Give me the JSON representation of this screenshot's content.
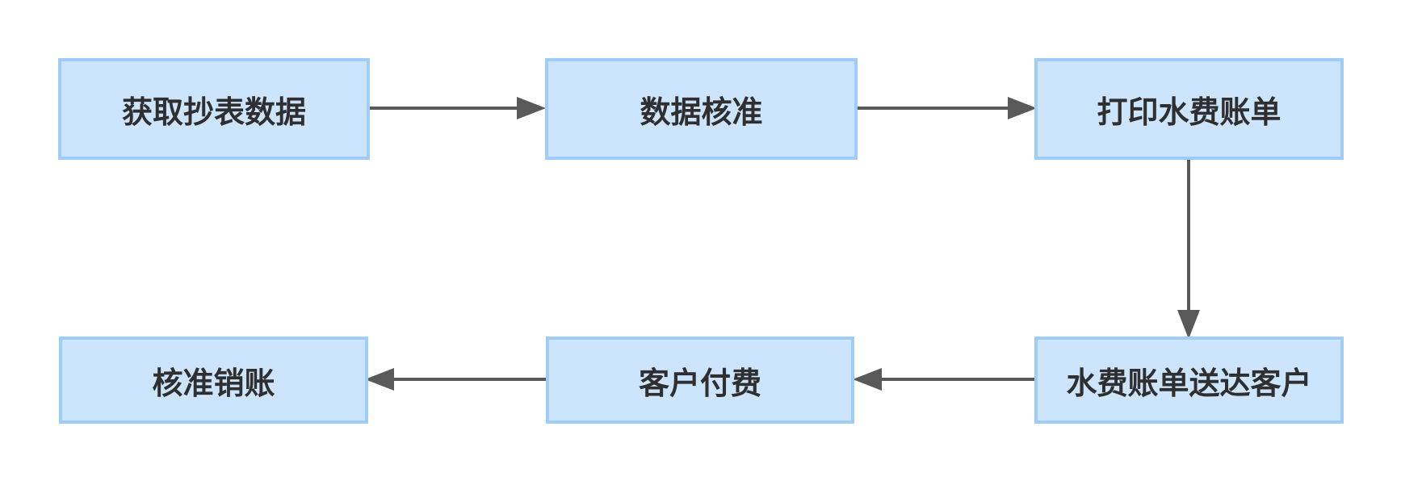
{
  "diagram": {
    "colors": {
      "node_fill": "#cce5fd",
      "node_border": "#9ecdf9",
      "arrow": "#595959",
      "text": "#2f2f2f"
    },
    "nodes": [
      {
        "id": "fetch",
        "label": "获取抄表数据"
      },
      {
        "id": "verify",
        "label": "数据核准"
      },
      {
        "id": "print",
        "label": "打印水费账单"
      },
      {
        "id": "deliver",
        "label": "水费账单送达客户"
      },
      {
        "id": "pay",
        "label": "客户付费"
      },
      {
        "id": "writeoff",
        "label": "核准销账"
      }
    ],
    "edges": [
      {
        "from": "fetch",
        "to": "verify"
      },
      {
        "from": "verify",
        "to": "print"
      },
      {
        "from": "print",
        "to": "deliver"
      },
      {
        "from": "deliver",
        "to": "pay"
      },
      {
        "from": "pay",
        "to": "writeoff"
      }
    ]
  }
}
